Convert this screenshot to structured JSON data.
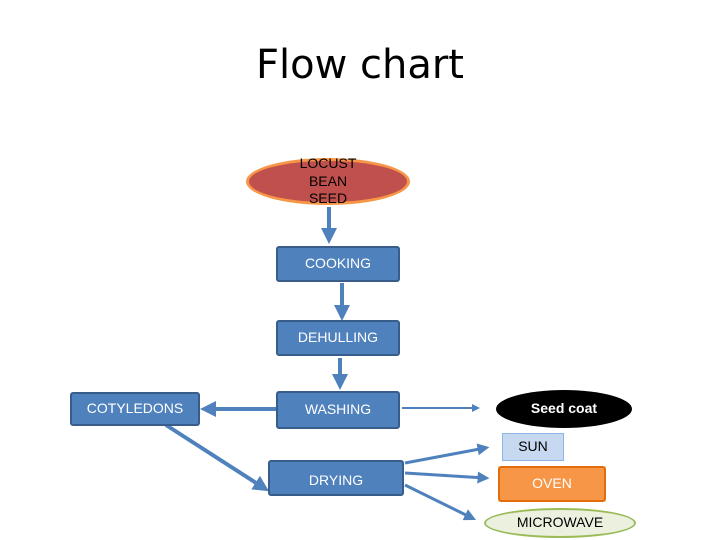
{
  "title": "Flow chart",
  "nodes": {
    "locust_bean_seed": "LOCUST BEAN SEED",
    "cooking": "COOKING",
    "dehulling": "DEHULLING",
    "washing": "WASHING",
    "cotyledons": "COTYLEDONS",
    "seed_coat": "Seed coat",
    "drying": "DRYING",
    "sun": "SUN",
    "oven": "OVEN",
    "microwave": "MICROWAVE"
  },
  "colors": {
    "process_fill": "#4f81bd",
    "process_border": "#385d8a",
    "seed_fill": "#c0504d",
    "seed_border": "#f79646",
    "seed_coat_fill": "#000000",
    "sun_fill": "#c6d9f1",
    "oven_fill": "#f79646",
    "microwave_fill": "#ebf1de",
    "microwave_border": "#9bbb59"
  }
}
